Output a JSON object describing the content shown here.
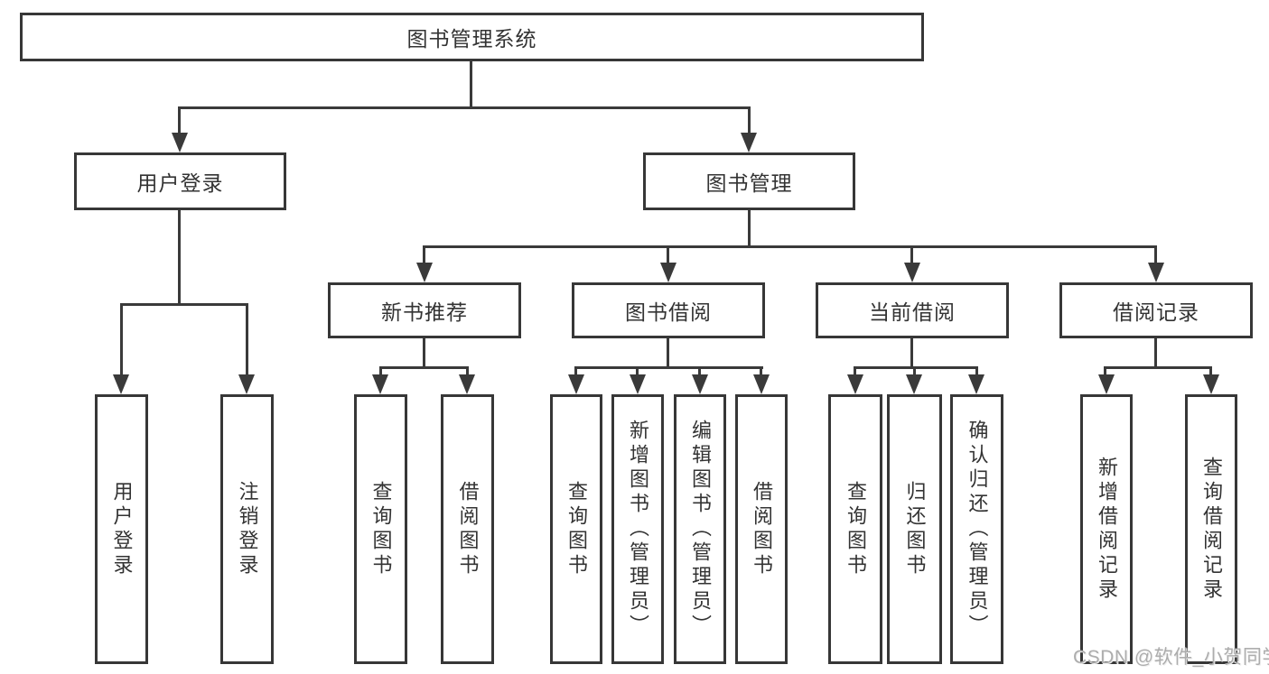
{
  "diagram": {
    "root": {
      "label": "图书管理系统"
    },
    "level2": [
      {
        "label": "用户登录"
      },
      {
        "label": "图书管理"
      }
    ],
    "level3": [
      {
        "label": "新书推荐"
      },
      {
        "label": "图书借阅"
      },
      {
        "label": "当前借阅"
      },
      {
        "label": "借阅记录"
      }
    ],
    "leaves": {
      "user": [
        {
          "label": "用户登录"
        },
        {
          "label": "注销登录"
        }
      ],
      "newbook": [
        {
          "label": "查询图书"
        },
        {
          "label": "借阅图书"
        }
      ],
      "borrow": [
        {
          "label": "查询图书"
        },
        {
          "label": "新增图书（管理员）"
        },
        {
          "label": "编辑图书（管理员）"
        },
        {
          "label": "借阅图书"
        }
      ],
      "current": [
        {
          "label": "查询图书"
        },
        {
          "label": "归还图书"
        },
        {
          "label": "确认归还（管理员）"
        }
      ],
      "records": [
        {
          "label": "新增借阅记录"
        },
        {
          "label": "查询借阅记录"
        }
      ]
    }
  },
  "watermark": "CSDN @软件_小贺同学",
  "colors": {
    "line": "#3a3a3a",
    "text": "#333333",
    "watermark": "#adadad"
  }
}
